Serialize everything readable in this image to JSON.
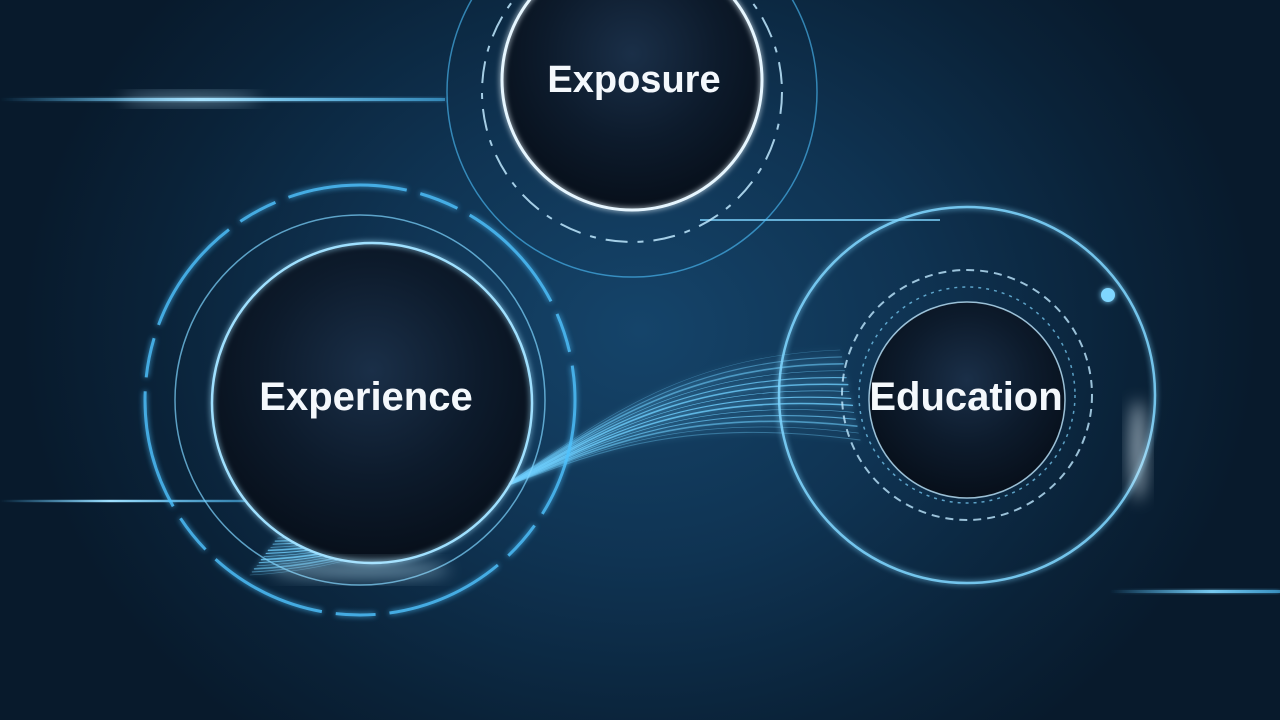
{
  "diagram": {
    "nodes": [
      {
        "id": "exposure",
        "label": "Exposure"
      },
      {
        "id": "experience",
        "label": "Experience"
      },
      {
        "id": "education",
        "label": "Education"
      }
    ]
  },
  "colors": {
    "background": "#0a2238",
    "glow": "#4fc3ff",
    "ring": "#bfe9ff",
    "text": "#f4f8fc"
  }
}
